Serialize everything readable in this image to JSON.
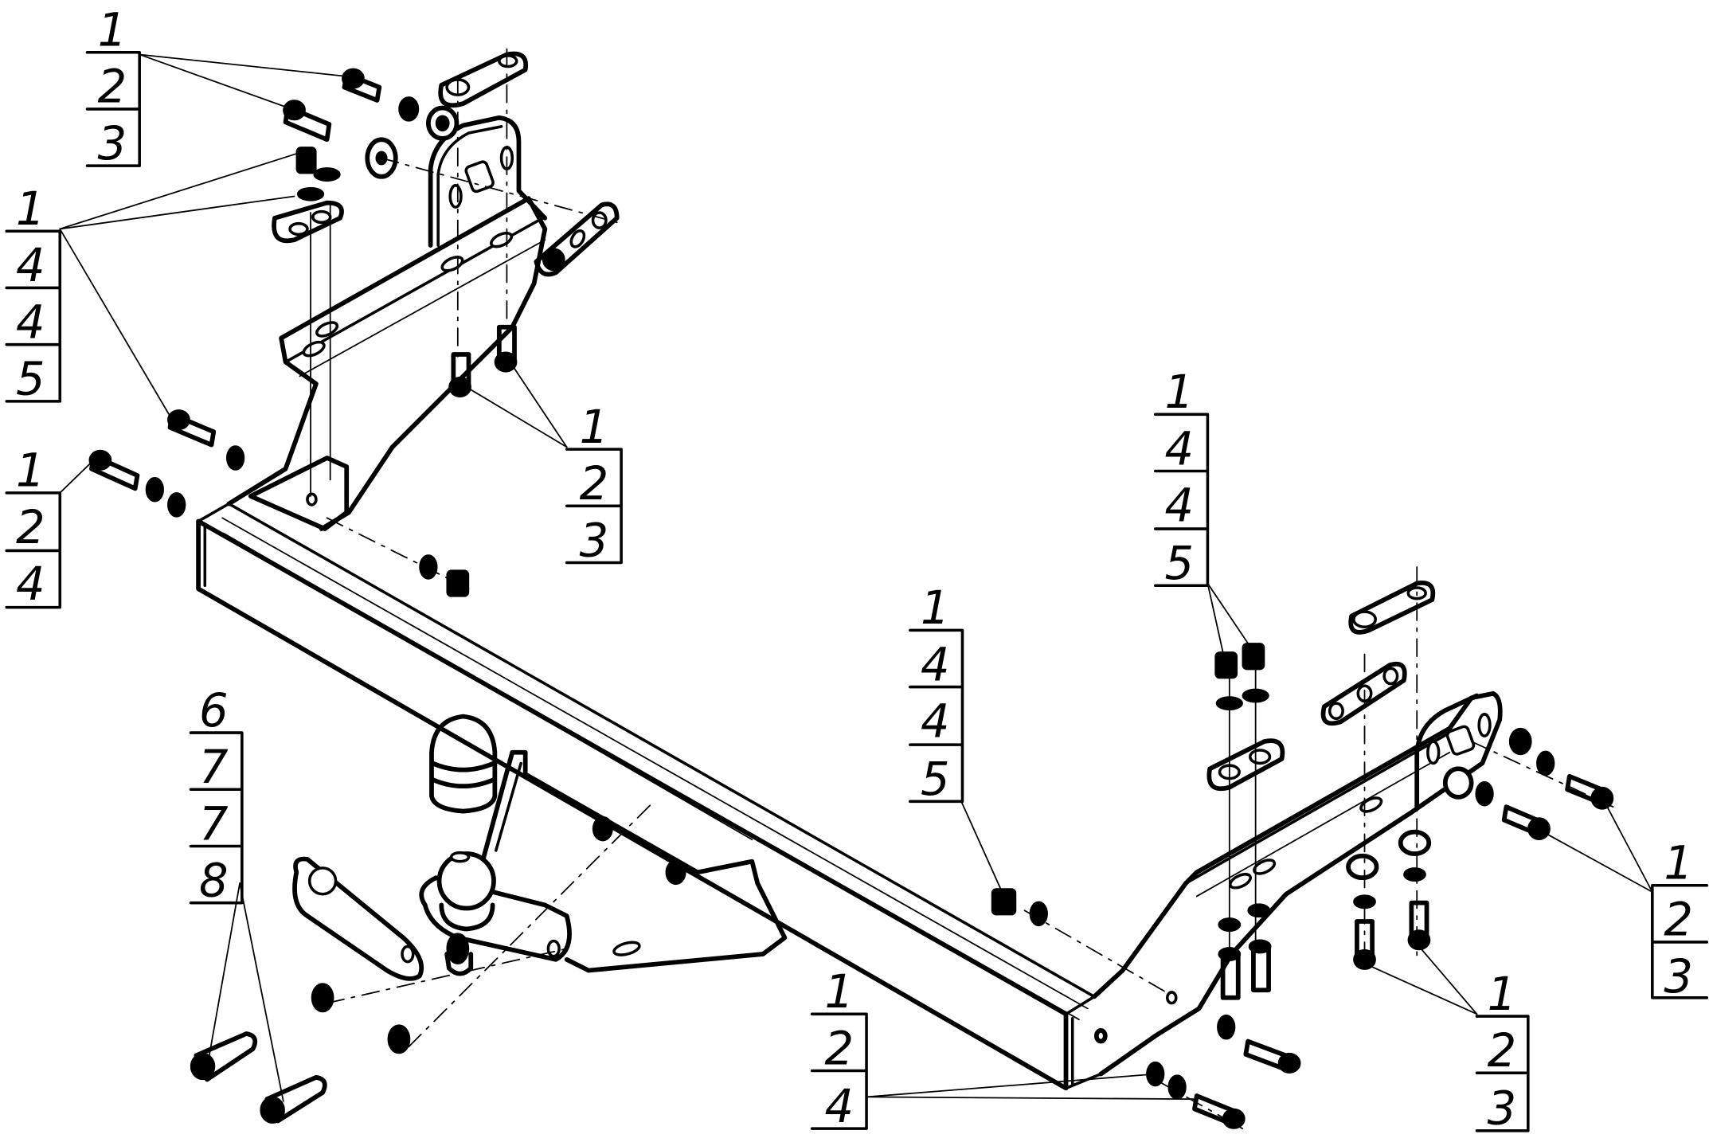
{
  "drawing": {
    "title": "Exploded assembly of tow hitch (towbar)",
    "line_color": "#000000",
    "background": "#ffffff"
  },
  "callouts": [
    {
      "id": "top-left",
      "labels": [
        "1",
        "2",
        "3"
      ]
    },
    {
      "id": "left-upper",
      "labels": [
        "1",
        "4",
        "4",
        "5"
      ]
    },
    {
      "id": "left-middle",
      "labels": [
        "1",
        "2",
        "4"
      ]
    },
    {
      "id": "center-upper",
      "labels": [
        "1",
        "2",
        "3"
      ]
    },
    {
      "id": "left-lower",
      "labels": [
        "6",
        "7",
        "7",
        "8"
      ]
    },
    {
      "id": "center-mid",
      "labels": [
        "1",
        "4",
        "4",
        "5"
      ]
    },
    {
      "id": "right-upper",
      "labels": [
        "1",
        "4",
        "4",
        "5"
      ]
    },
    {
      "id": "bottom-center",
      "labels": [
        "1",
        "2",
        "4"
      ]
    },
    {
      "id": "bottom-right",
      "labels": [
        "1",
        "2",
        "3"
      ]
    },
    {
      "id": "right",
      "labels": [
        "1",
        "2",
        "3"
      ]
    }
  ]
}
